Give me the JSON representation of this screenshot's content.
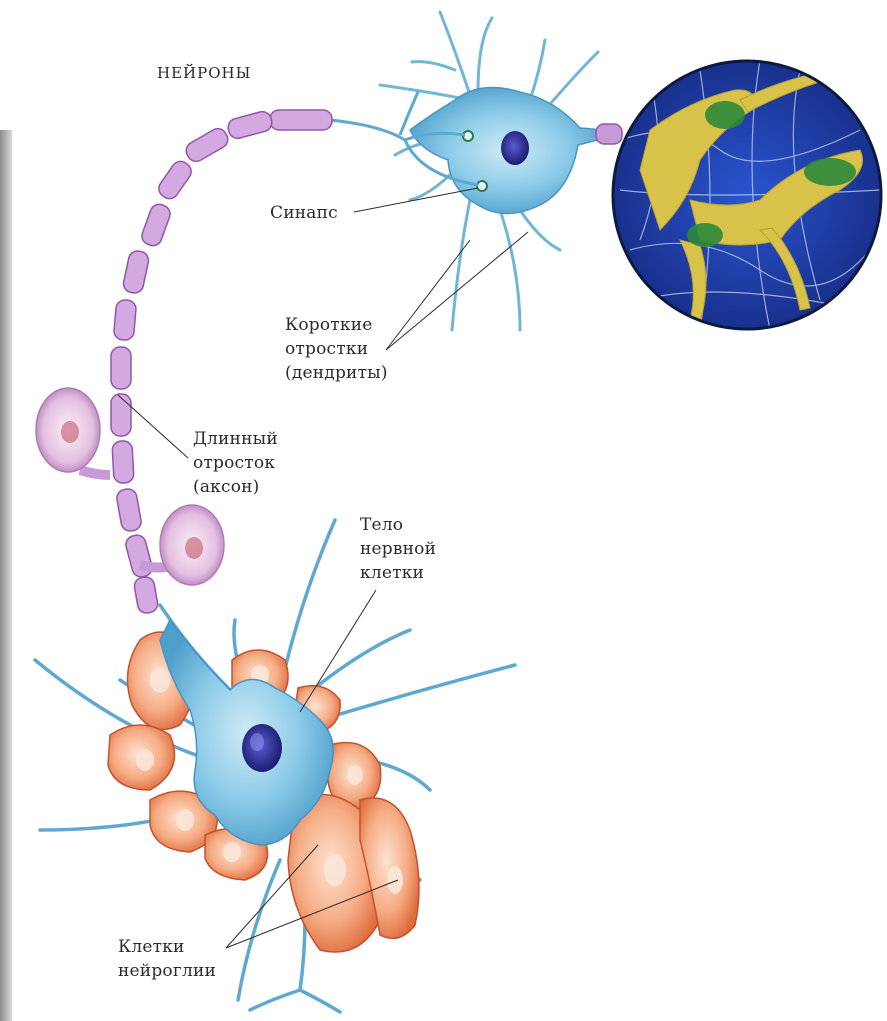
{
  "title": "НЕЙРОНЫ",
  "labels": {
    "synapse": "Синапс",
    "dendrites": [
      "Короткие",
      "отростки",
      "(дендриты)"
    ],
    "axon": [
      "Длинный",
      "отросток",
      "(аксон)"
    ],
    "cell_body": [
      "Тело",
      "нервной",
      "клетки"
    ],
    "glia": [
      "Клетки",
      "нейроглии"
    ]
  },
  "colors": {
    "neuron": "#7cc4e4",
    "neuron_dark": "#3d8fba",
    "nucleus": "#2a2c8c",
    "myelin": "#c79ad6",
    "myelin_edge": "#8e58a8",
    "glia": "#f2a47a",
    "glia_edge": "#c2532e",
    "micro_bg": "#1f3fb0",
    "micro_cell": "#d6c24a"
  }
}
